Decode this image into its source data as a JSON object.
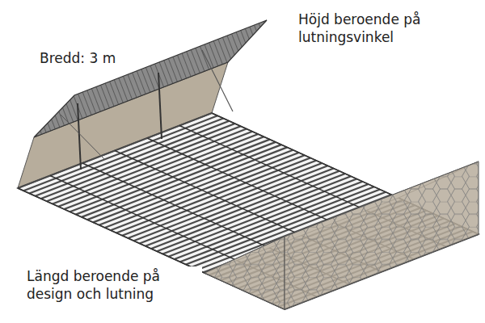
{
  "diagram": {
    "labels": [
      "Bredd: 3 m",
      "Höjd beroende på lutningsvinkel",
      "Längd beroende på design och lutning"
    ]
  }
}
